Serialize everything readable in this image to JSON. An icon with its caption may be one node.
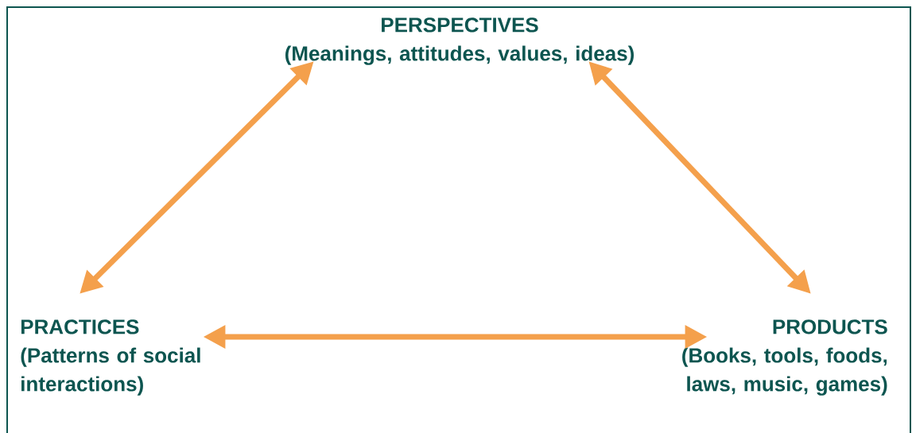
{
  "diagram": {
    "nodes": [
      {
        "text": [
          "PERSPECTIVES",
          "(Meanings, attitudes, values, ideas)"
        ]
      },
      {
        "text": [
          "PRACTICES",
          "(Patterns of social interactions)"
        ]
      },
      {
        "text": [
          "PRODUCTS",
          "(Books, tools, foods, laws, music, games)"
        ]
      }
    ],
    "edges": [
      {
        "from": 0,
        "to": 1,
        "arrow": "both"
      },
      {
        "from": 0,
        "to": 2,
        "arrow": "both"
      },
      {
        "from": 1,
        "to": 2,
        "arrow": "both"
      }
    ]
  }
}
